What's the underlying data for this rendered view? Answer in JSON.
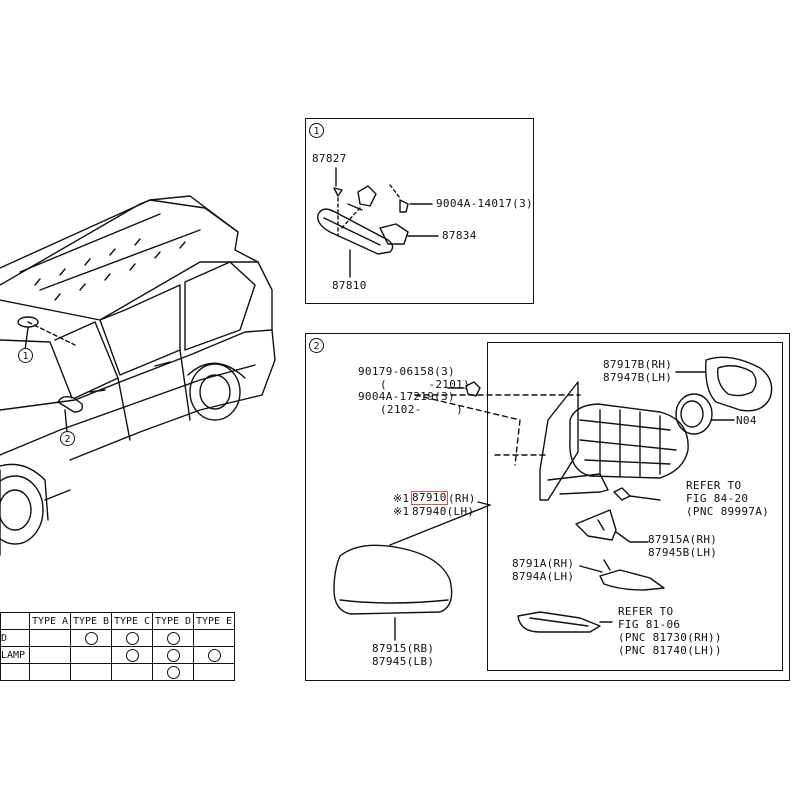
{
  "callouts": {
    "one": "1",
    "two": "2"
  },
  "box1": {
    "p87827": "87827",
    "p9004A": "9004A-14017(3)",
    "p87834": "87834",
    "p87810": "87810"
  },
  "box2": {
    "bolt_line1": "90179-06158(3)",
    "bolt_line2": "(      -2101)",
    "bolt_line3": "9004A-17219(3)",
    "bolt_line4": "(2102-     )",
    "glass_rh": "87917B(RH)",
    "glass_lh": "87947B(LH)",
    "n04": "N04",
    "refer1_l1": "REFER TO",
    "refer1_l2": "FIG 84-20",
    "refer1_l3": "(PNC 89997A)",
    "mark1": "※1",
    "mark2": "※1",
    "mirror_rh_num": "87910",
    "mirror_rh_suffix": "(RH)",
    "mirror_lh": "87940(LH)",
    "cover_a_rh": "87915A(RH)",
    "cover_a_lh": "87945B(LH)",
    "lamp_rh": "8791A(RH)",
    "lamp_lh": "8794A(LH)",
    "refer2_l1": "REFER TO",
    "refer2_l2": "FIG 81-06",
    "refer2_l3": "(PNC 81730(RH))",
    "refer2_l4": "(PNC 81740(LH))",
    "cover_rh": "87915(RB)",
    "cover_lh": "87945(LB)"
  },
  "table": {
    "headers": [
      "",
      "TYPE A",
      "TYPE B",
      "TYPE C",
      "TYPE D",
      "TYPE E"
    ],
    "rows": [
      {
        "label": "D",
        "marks": [
          false,
          true,
          true,
          true,
          false
        ]
      },
      {
        "label": "LAMP",
        "marks": [
          false,
          false,
          true,
          true,
          true
        ]
      },
      {
        "label": "",
        "marks": [
          false,
          false,
          false,
          true,
          false
        ]
      }
    ]
  }
}
